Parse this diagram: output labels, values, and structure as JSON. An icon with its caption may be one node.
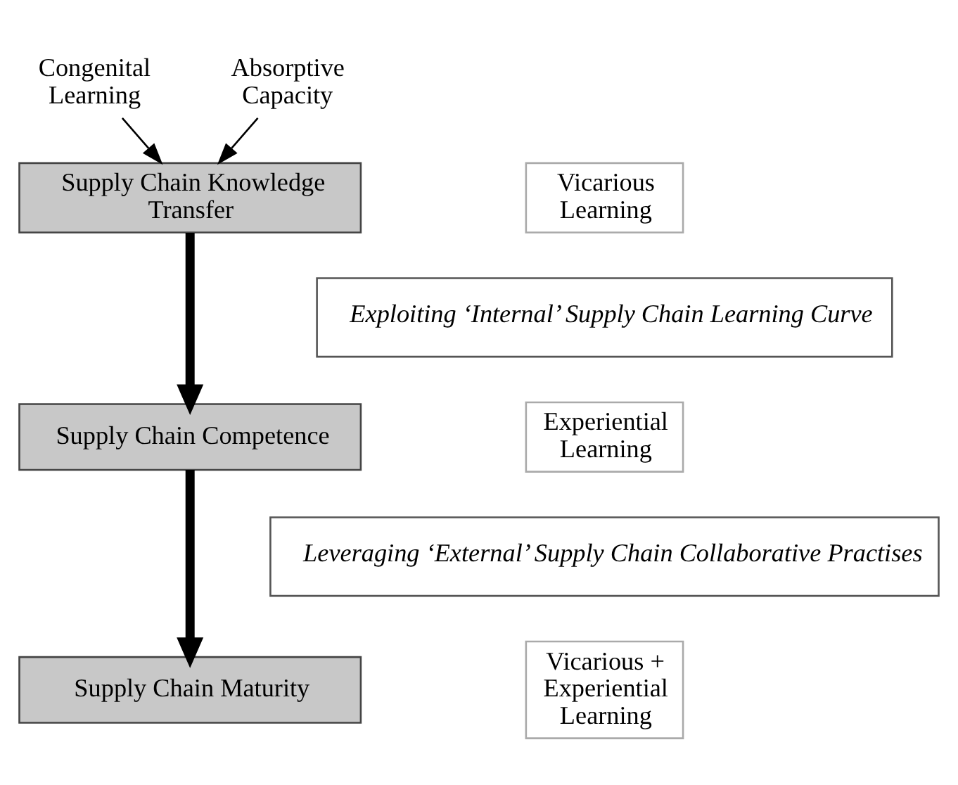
{
  "diagram": {
    "nodes": [
      {
        "text": [
          "Congenital Learning"
        ]
      },
      {
        "text": [
          "Absorptive Capacity"
        ]
      },
      {
        "text": [
          "Supply Chain Knowledge Transfer"
        ]
      },
      {
        "text": [
          "Vicarious Learning"
        ]
      },
      {
        "text": [
          "Exploiting ‘Internal’ Supply Chain Learning Curve"
        ]
      },
      {
        "text": [
          "Supply Chain Competence"
        ]
      },
      {
        "text": [
          "Experiential Learning"
        ]
      },
      {
        "text": [
          "Leveraging ‘External’ Supply Chain Collaborative Practises"
        ]
      },
      {
        "text": [
          "Supply Chain Maturity"
        ]
      },
      {
        "text": [
          "Vicarious + Experiential Learning"
        ]
      }
    ],
    "edges": [
      {
        "from": 0,
        "to": 2,
        "arrow": "to"
      },
      {
        "from": 1,
        "to": 2,
        "arrow": "to"
      },
      {
        "from": 2,
        "to": 5,
        "arrow": "to",
        "style": "thick"
      },
      {
        "from": 5,
        "to": 8,
        "arrow": "to",
        "style": "thick"
      }
    ]
  }
}
